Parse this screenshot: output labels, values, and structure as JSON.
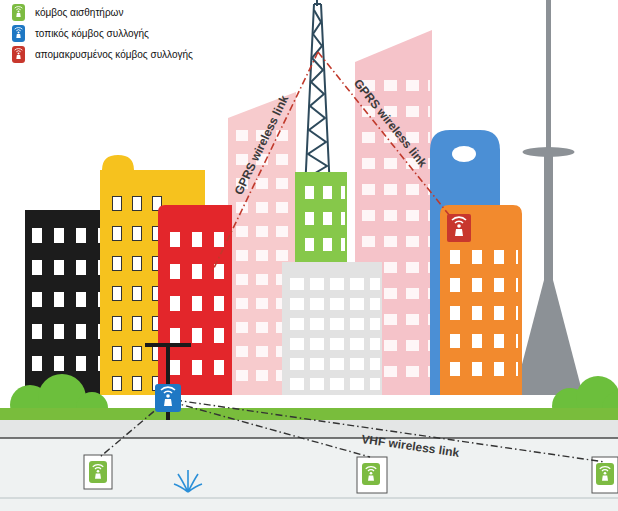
{
  "diagram": {
    "labels": [
      "GPRS wireless link",
      "GPRS wireless link",
      "VHF wireless link"
    ],
    "legend": [
      {
        "text": "κόμβος αισθητήρων",
        "color": "#7dbb42"
      },
      {
        "text": "τοπικός κόμβος συλλογής",
        "color": "#1f78c4"
      },
      {
        "text": "απομακρυσμένος κόμβος συλλογής",
        "color": "#c8372d"
      }
    ]
  }
}
